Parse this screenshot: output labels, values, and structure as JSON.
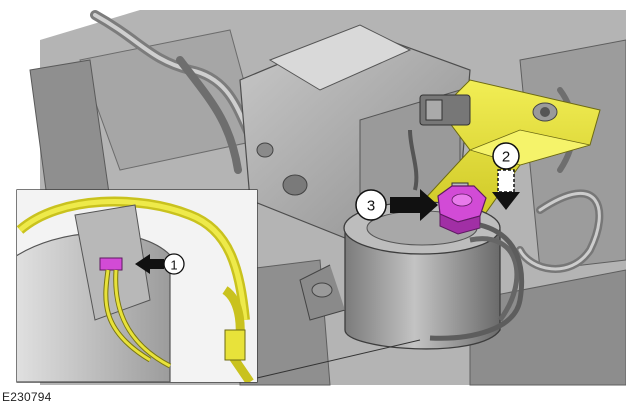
{
  "figure": {
    "id_label": "E230794"
  },
  "callouts": [
    {
      "number": "1",
      "target": "harness-connector",
      "arrow": "solid"
    },
    {
      "number": "2",
      "target": "bracket-downward",
      "arrow": "dashed"
    },
    {
      "number": "3",
      "target": "terminal-nut",
      "arrow": "solid"
    }
  ],
  "colors": {
    "highlight_yellow": "#e8e23a",
    "highlight_magenta": "#d24bd6",
    "engine_grey": "#9a9a9a",
    "dark_grey": "#5e5e5e",
    "inset_border": "#333333"
  }
}
